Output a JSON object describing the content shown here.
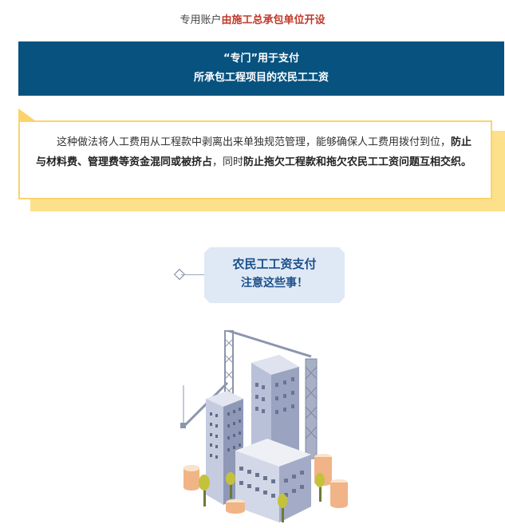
{
  "header": {
    "prefix": "专用账户",
    "highlight": "由施工总承包单位开设"
  },
  "banner": {
    "line1": "“专门”用于支付",
    "line2": "所承包工程项目的农民工工资"
  },
  "card": {
    "text_1": "这种做法将人工费用从工程款中剥离出来单独规范管理，能够确保人工费用拨付到位，",
    "bold_1": "防止与材料费、管理费等资金混同或被挤占",
    "text_2": "，同时",
    "bold_2": "防止拖欠工程款和拖欠农民工工资问题互相交织。"
  },
  "badge": {
    "line1": "农民工工资支付",
    "line2": "注意这些事！"
  },
  "colors": {
    "banner_bg": "#07527f",
    "card_border": "#fcd36b",
    "card_shadow": "#fde08a",
    "highlight_red": "#c0392b",
    "badge_bg": "#dfe9f5",
    "badge_text": "#1b4f8a"
  },
  "illustration": {
    "icon": "construction-buildings-illustration"
  }
}
